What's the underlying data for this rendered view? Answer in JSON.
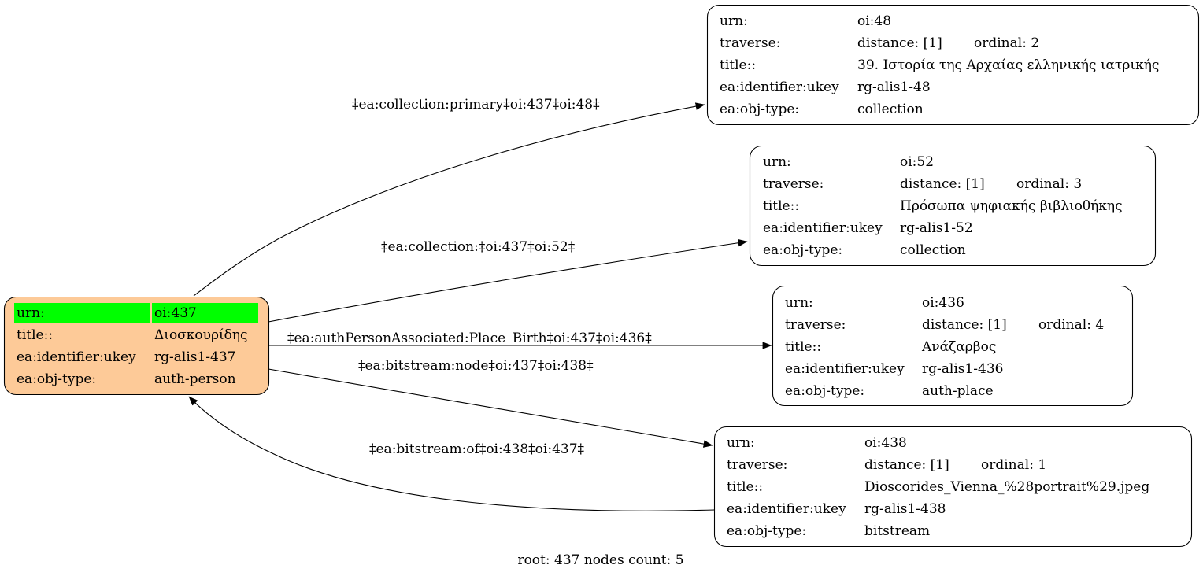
{
  "colors": {
    "root_fill": "#fdca98",
    "urn_highlight": "#00ff00",
    "node_fill": "#ffffff",
    "stroke": "#000000"
  },
  "nodes": {
    "root": {
      "rows": [
        {
          "key": "urn:",
          "value": "oi:437"
        },
        {
          "key": "title::",
          "value": "Διοσκουρίδης"
        },
        {
          "key": "ea:identifier:ukey",
          "value": "rg-alis1-437"
        },
        {
          "key": "ea:obj-type:",
          "value": "auth-person"
        }
      ]
    },
    "oi48": {
      "urn_key": "urn:",
      "urn": "oi:48",
      "traverse_key": "traverse:",
      "distance": "distance: [1]",
      "ordinal": "ordinal: 2",
      "title_key": "title::",
      "title": "39. Ιστορία της Αρχαίας ελληνικής ιατρικής",
      "ukey_key": "ea:identifier:ukey",
      "ukey": "rg-alis1-48",
      "type_key": "ea:obj-type:",
      "type": "collection"
    },
    "oi52": {
      "urn_key": "urn:",
      "urn": "oi:52",
      "traverse_key": "traverse:",
      "distance": "distance: [1]",
      "ordinal": "ordinal: 3",
      "title_key": "title::",
      "title": "Πρόσωπα ψηφιακής βιβλιοθήκης",
      "ukey_key": "ea:identifier:ukey",
      "ukey": "rg-alis1-52",
      "type_key": "ea:obj-type:",
      "type": "collection"
    },
    "oi436": {
      "urn_key": "urn:",
      "urn": "oi:436",
      "traverse_key": "traverse:",
      "distance": "distance: [1]",
      "ordinal": "ordinal: 4",
      "title_key": "title::",
      "title": "Ανάζαρβος",
      "ukey_key": "ea:identifier:ukey",
      "ukey": "rg-alis1-436",
      "type_key": "ea:obj-type:",
      "type": "auth-place"
    },
    "oi438": {
      "urn_key": "urn:",
      "urn": "oi:438",
      "traverse_key": "traverse:",
      "distance": "distance: [1]",
      "ordinal": "ordinal: 1",
      "title_key": "title::",
      "title": "Dioscorides_Vienna_%28portrait%29.jpeg",
      "ukey_key": "ea:identifier:ukey",
      "ukey": "rg-alis1-438",
      "type_key": "ea:obj-type:",
      "type": "bitstream"
    }
  },
  "edges": {
    "to_oi48": "‡ea:collection:primary‡oi:437‡oi:48‡",
    "to_oi52": "‡ea:collection:‡oi:437‡oi:52‡",
    "to_oi436": "‡ea:authPersonAssociated:Place_Birth‡oi:437‡oi:436‡",
    "to_oi438": "‡ea:bitstream:node‡oi:437‡oi:438‡",
    "from_oi438": "‡ea:bitstream:of‡oi:438‡oi:437‡"
  },
  "footer": "root: 437 nodes count: 5"
}
